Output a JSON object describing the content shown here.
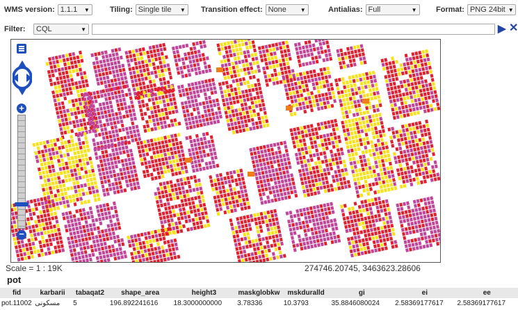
{
  "toolbar": {
    "wms_version": {
      "label": "WMS version:",
      "value": "1.1.1"
    },
    "tiling": {
      "label": "Tiling:",
      "value": "Single tile"
    },
    "transition": {
      "label": "Transition effect:",
      "value": "None"
    },
    "antialias": {
      "label": "Antialias:",
      "value": "Full"
    },
    "format": {
      "label": "Format:",
      "value": "PNG 24bit"
    }
  },
  "filter": {
    "label": "Filter:",
    "type_value": "CQL",
    "text_value": ""
  },
  "map": {
    "scale": "Scale = 1 : 19K",
    "coordinates": "274746.20745, 3463623.28606"
  },
  "layer_title": "pot",
  "table": {
    "columns": [
      "fid",
      "karbarii",
      "tabaqat2",
      "shape_area",
      "height3",
      "maskglobkw",
      "mskduralld",
      "gi",
      "ei",
      "ee"
    ],
    "rows": [
      [
        "pot.11002",
        "مسکونی",
        "5",
        "196.892241616",
        "18.3000000000",
        "3.78336",
        "10.3793",
        "35.8846080024",
        "2.58369177617",
        "2.58369177617"
      ]
    ]
  },
  "colors": {
    "red": "#e0202f",
    "pink": "#c2449a",
    "yellow": "#f7e21a",
    "orange": "#ef7d1a",
    "nav_blue": "#1e4fbf"
  }
}
